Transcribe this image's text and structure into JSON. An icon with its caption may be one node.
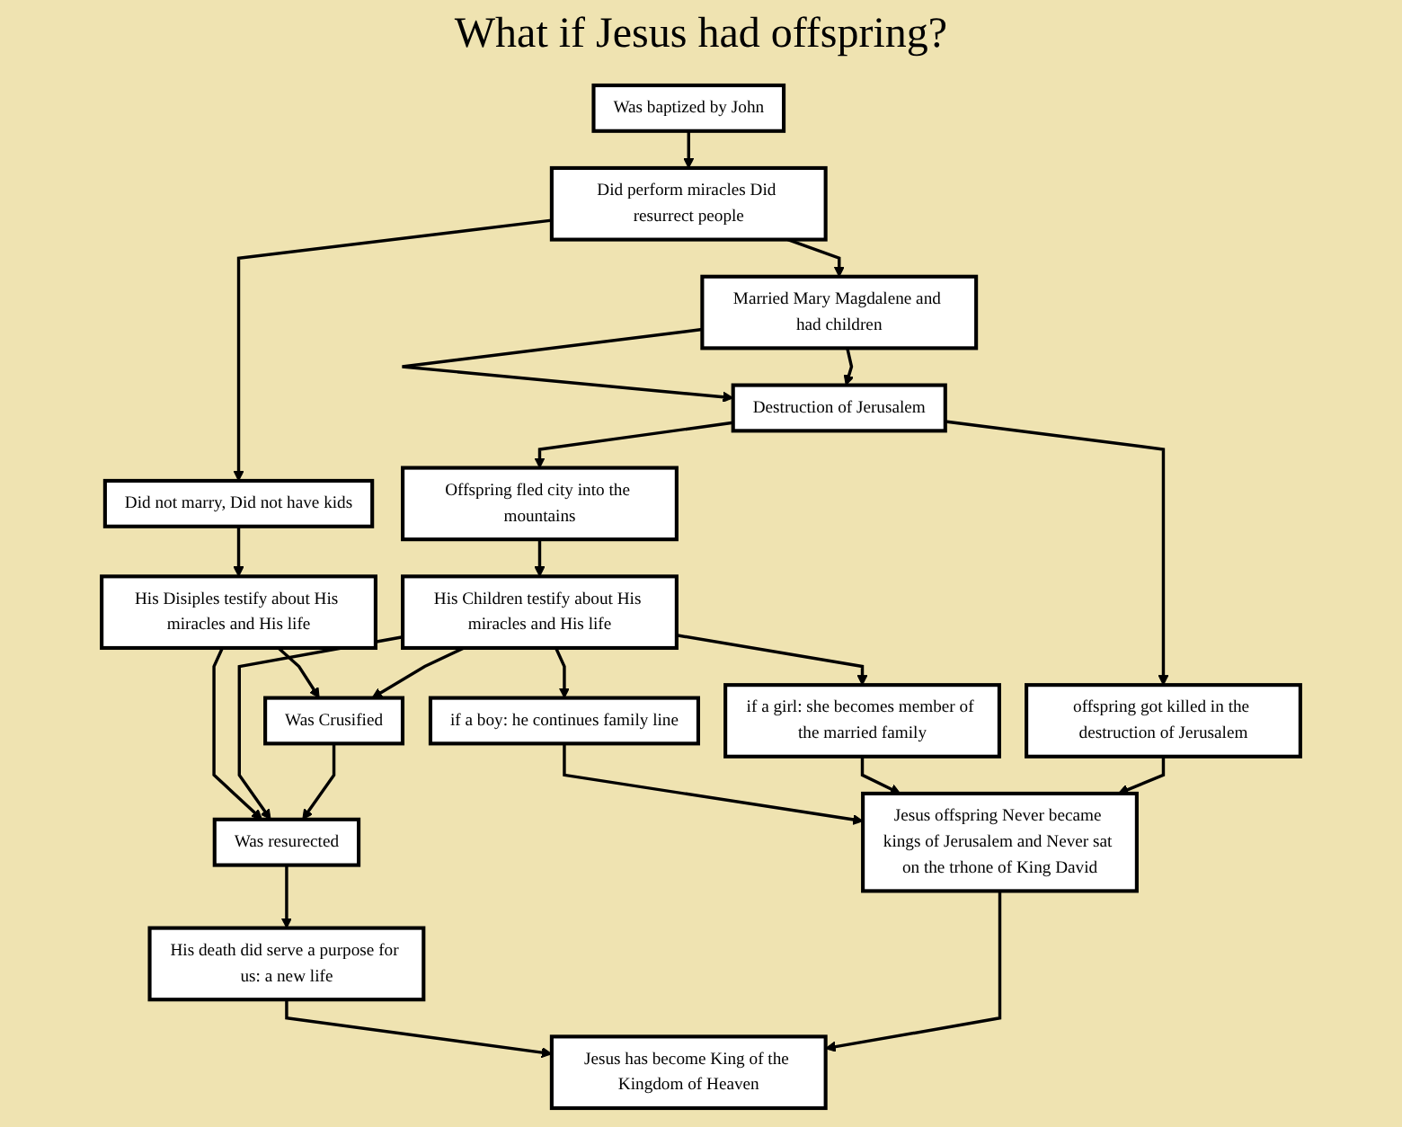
{
  "diagram": {
    "title": "What if Jesus had offspring?",
    "nodes": [
      {
        "text": [
          "Was baptized by John"
        ]
      },
      {
        "text": [
          "Did perform miracles Did resurrect people"
        ]
      },
      {
        "text": [
          "Did not marry, Did not have kids"
        ]
      },
      {
        "text": [
          "Married Mary Magdalene and had children"
        ]
      },
      {
        "text": [
          "Destruction of Jerusalem"
        ]
      },
      {
        "text": [
          "Offspring fled city into the mountains"
        ]
      },
      {
        "text": [
          "offspring got killed in the destruction of Jerusalem"
        ]
      },
      {
        "text": [
          "His Disiples testify about His miracles and His life"
        ]
      },
      {
        "text": [
          "Was Crusified"
        ]
      },
      {
        "text": [
          "His Children testify about His miracles and His life"
        ]
      },
      {
        "text": [
          "Was resurected"
        ]
      },
      {
        "text": [
          "if a girl: she becomes member of the married family"
        ]
      },
      {
        "text": [
          "if a boy: he continues family line"
        ]
      },
      {
        "text": [
          "His death did serve a purpose for us: a new life"
        ]
      },
      {
        "text": [
          "Jesus has become King of the Kingdom of Heaven"
        ]
      },
      {
        "text": [
          "Jesus offspring Never became kings of Jerusalem and Never sat on the trhone of King David"
        ]
      }
    ],
    "edges": [
      {
        "from": 0,
        "to": 1,
        "arrow": "to"
      },
      {
        "from": 1,
        "to": 2,
        "arrow": "to"
      },
      {
        "from": 1,
        "to": 3,
        "arrow": "to"
      },
      {
        "from": 3,
        "to": 4,
        "arrow": "to"
      },
      {
        "from": 3,
        "to": 4,
        "arrow": "to"
      },
      {
        "from": 4,
        "to": 5,
        "arrow": "to"
      },
      {
        "from": 4,
        "to": 6,
        "arrow": "to"
      },
      {
        "from": 2,
        "to": 7,
        "arrow": "to"
      },
      {
        "from": 5,
        "to": 9,
        "arrow": "to"
      },
      {
        "from": 7,
        "to": 8,
        "arrow": "to"
      },
      {
        "from": 7,
        "to": 10,
        "arrow": "to"
      },
      {
        "from": 9,
        "to": 8,
        "arrow": "to"
      },
      {
        "from": 9,
        "to": 10,
        "arrow": "to"
      },
      {
        "from": 8,
        "to": 10,
        "arrow": "to"
      },
      {
        "from": 9,
        "to": 11,
        "arrow": "to"
      },
      {
        "from": 9,
        "to": 12,
        "arrow": "to"
      },
      {
        "from": 10,
        "to": 13,
        "arrow": "to"
      },
      {
        "from": 13,
        "to": 14,
        "arrow": "to"
      },
      {
        "from": 12,
        "to": 15,
        "arrow": "to"
      },
      {
        "from": 11,
        "to": 15,
        "arrow": "to"
      },
      {
        "from": 6,
        "to": 15,
        "arrow": "to"
      },
      {
        "from": 15,
        "to": 14,
        "arrow": "to"
      }
    ]
  }
}
